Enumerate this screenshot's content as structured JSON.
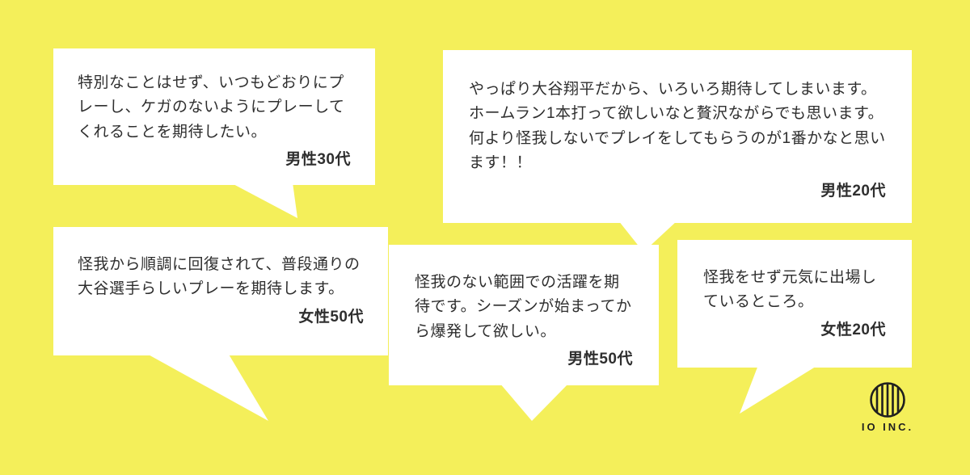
{
  "background_color": "#F4EF5A",
  "bubble_color": "#FFFFFF",
  "text_color": "#2E2E2E",
  "bubbles": [
    {
      "text": "特別なことはせず、いつもどおりにプレーし、ケガのないようにプレーしてくれることを期待したい。",
      "attribution": "男性30代"
    },
    {
      "text": "やっぱり大谷翔平だから、いろいろ期待してしまいます。ホームラン1本打って欲しいなと贅沢ながらでも思います。何より怪我しないでプレイをしてもらうのが1番かなと思います！！",
      "attribution": "男性20代"
    },
    {
      "text": "怪我から順調に回復されて、普段通りの大谷選手らしいプレーを期待します。",
      "attribution": "女性50代"
    },
    {
      "text": "怪我のない範囲での活躍を期待です。シーズンが始まってから爆発して欲しい。",
      "attribution": "男性50代"
    },
    {
      "text": "怪我をせず元気に出場しているところ。",
      "attribution": "女性20代"
    }
  ],
  "logo": {
    "text": "IO INC."
  }
}
